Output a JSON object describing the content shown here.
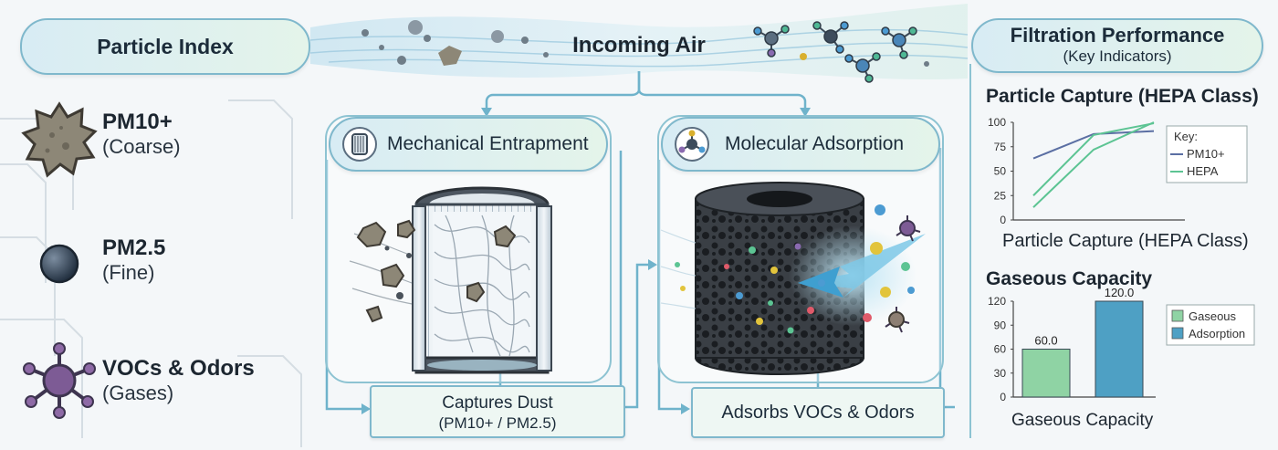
{
  "legend": {
    "title": "Particle Index",
    "items": [
      {
        "name": "PM10+",
        "sub": "(Coarse)"
      },
      {
        "name": "PM2.5",
        "sub": "(Fine)"
      },
      {
        "name": "VOCs & Odors",
        "sub": "(Gases)"
      }
    ]
  },
  "flow": {
    "incoming": "Incoming Air",
    "mechanical": {
      "title": "Mechanical Entrapment",
      "result_line1": "Captures Dust",
      "result_line2": "(PM10+ / PM2.5)"
    },
    "molecular": {
      "title": "Molecular Adsorption",
      "result": "Adsorbs VOCs & Odors"
    }
  },
  "performance": {
    "title": "Filtration Performance",
    "subtitle": "(Key Indicators)"
  },
  "colors": {
    "pm10_line": "#5b6fa3",
    "hepa_line": "#5cc493",
    "gaseous_bar": "#8fd3a4",
    "adsorption_bar": "#4ea0c4"
  },
  "chart_data": [
    {
      "type": "line",
      "title": "Particle Capture (HEPA Class)",
      "xlabel": "Particle Capture (HEPA Class)",
      "ylabel": "",
      "ylim": [
        0,
        100
      ],
      "yticks": [
        "100",
        "75",
        "50",
        "25",
        "0"
      ],
      "x": [
        0,
        1,
        2
      ],
      "legend_title": "Key:",
      "legend_position": "right",
      "series": [
        {
          "name": "PM10+",
          "values": [
            63,
            88,
            91
          ]
        },
        {
          "name": "HEPA",
          "values": [
            25,
            87,
            99
          ]
        },
        {
          "name": "",
          "values": [
            13,
            72,
            100
          ]
        }
      ]
    },
    {
      "type": "bar",
      "title": "Gaseous Capacity",
      "xlabel": "Gaseous Capacity",
      "ylabel": "",
      "ylim": [
        0,
        120
      ],
      "yticks": [
        "120",
        "90",
        "60",
        "30",
        "0"
      ],
      "legend_position": "right",
      "series": [
        {
          "name": "Gaseous",
          "value": 60.0,
          "label": "60.0"
        },
        {
          "name": "Adsorption",
          "value": 120.0,
          "label": "120.0"
        }
      ]
    }
  ]
}
